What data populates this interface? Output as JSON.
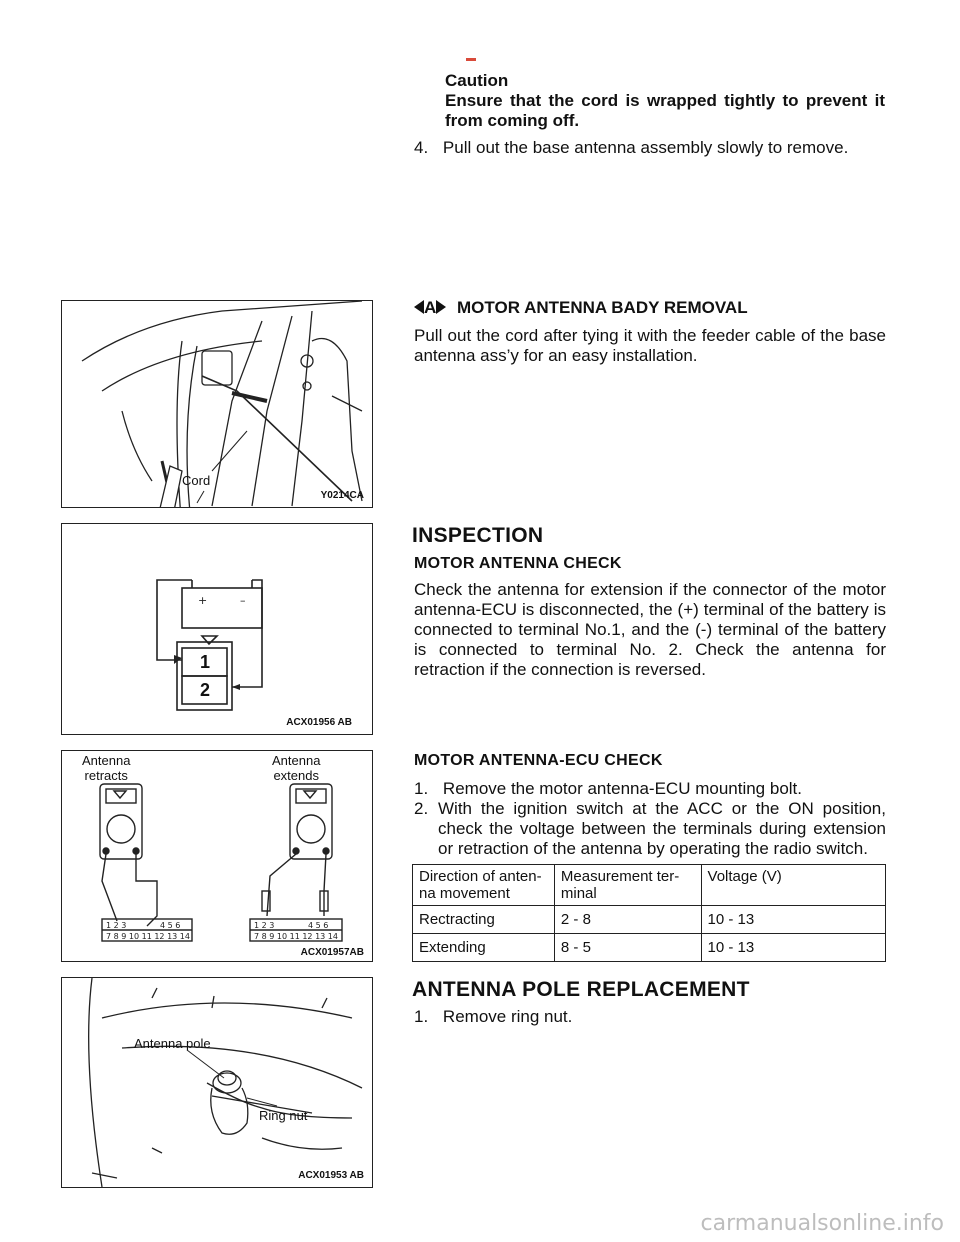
{
  "caution": {
    "title": "Caution",
    "text": "Ensure that the cord is wrapped tightly to prevent it from coming off."
  },
  "step4": {
    "num": "4.",
    "text": "Pull out the base antenna assembly slowly to remove."
  },
  "removal": {
    "letter": "A",
    "heading": "MOTOR ANTENNA BADY REMOVAL",
    "text": "Pull out the cord after tying it with the feeder cable of the base antenna ass’y for an easy installation."
  },
  "fig1": {
    "cord_label": "Cord",
    "code": "Y0214CA"
  },
  "inspection": {
    "heading": "INSPECTION",
    "subheading": "MOTOR ANTENNA CHECK",
    "text": "Check the antenna for extension if the connector of the motor antenna-ECU is disconnected, the (+) terminal of the battery is connected to terminal No.1, and the (-) terminal of the battery is connected to terminal No. 2. Check the antenna for retraction if the connection is reversed."
  },
  "fig2": {
    "terminal1": "1",
    "terminal2": "2",
    "code": "ACX01956 AB"
  },
  "ecu_check": {
    "heading": "MOTOR ANTENNA-ECU CHECK",
    "steps": [
      {
        "num": "1.",
        "text": "Remove the motor antenna-ECU mounting bolt."
      },
      {
        "num": "2.",
        "text": "With the ignition switch at the ACC or the ON position, check the voltage between the terminals during extension or retraction of the antenna by operating the radio switch."
      }
    ]
  },
  "fig3": {
    "left_label_1": "Antenna",
    "left_label_2": "retracts",
    "right_label_1": "Antenna",
    "right_label_2": "extends",
    "code": "ACX01957AB"
  },
  "table": {
    "headers": [
      "Direction of anten-na movement",
      "Measurement ter-minal",
      "Voltage (V)"
    ],
    "rows": [
      [
        "Rectracting",
        "2 - 8",
        "10 - 13"
      ],
      [
        "Extending",
        "8 - 5",
        "10 - 13"
      ]
    ]
  },
  "pole": {
    "heading": "ANTENNA POLE REPLACEMENT",
    "step1_num": "1.",
    "step1": "Remove ring nut."
  },
  "fig4": {
    "pole_label": "Antenna pole",
    "nut_label": "Ring nut",
    "code": "ACX01953 AB"
  },
  "footer": "carmanualsonline.info"
}
